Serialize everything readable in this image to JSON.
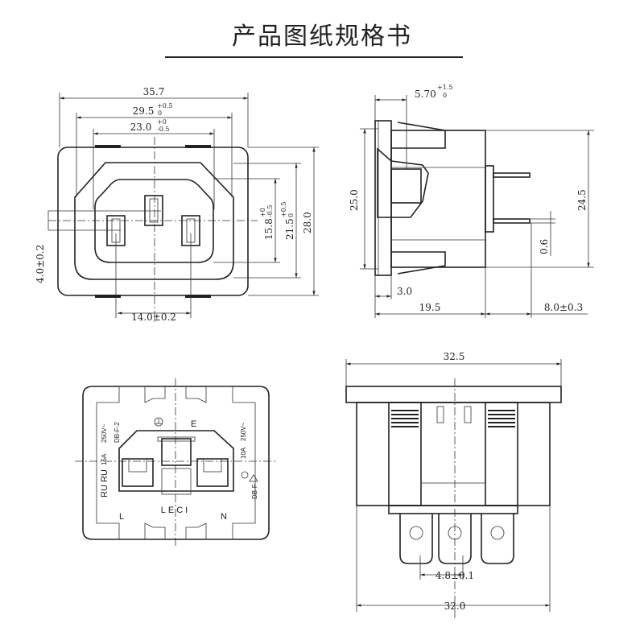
{
  "title": "产品图纸规格书",
  "front_view": {
    "width_overall": "35.7",
    "width_outer": "29.5",
    "width_outer_tol_upper": "+0.5",
    "width_outer_tol_lower": "0",
    "width_inner": "23.0",
    "width_inner_tol_upper": "+0",
    "width_inner_tol_lower": "-0.5",
    "height_inner": "15.8",
    "height_inner_tol_upper": "+0",
    "height_inner_tol_lower": "-0.5",
    "height_outer": "21.5",
    "height_outer_tol_upper": "+0.5",
    "height_outer_tol_lower": "0",
    "height_overall": "28.0",
    "pin_offset": "4.0±0.2",
    "pin_spacing": "14.0±0.2"
  },
  "side_view": {
    "panel_range": "5.70",
    "panel_range_tol_upper": "+1.5",
    "panel_range_tol_lower": "0",
    "flange_height": "25.0",
    "body_height": "24.5",
    "pin_thickness": "0.6",
    "flange_thickness": "3.0",
    "body_depth": "19.5",
    "pin_length": "8.0±0.3"
  },
  "rear_view": {
    "earth_label": "E",
    "line_label": "L",
    "neutral_label": "N",
    "brand": "LECI",
    "left_rating_current": "15A",
    "left_rating_voltage": "250V~",
    "left_model": "DB-F-2",
    "right_rating_current": "10A",
    "right_rating_voltage": "250V~",
    "right_model": "DB-F",
    "ul_mark": "RU RU"
  },
  "bottom_view": {
    "flange_width": "32.5",
    "terminal_pitch": "4.8±0.1",
    "body_width": "32.0"
  }
}
